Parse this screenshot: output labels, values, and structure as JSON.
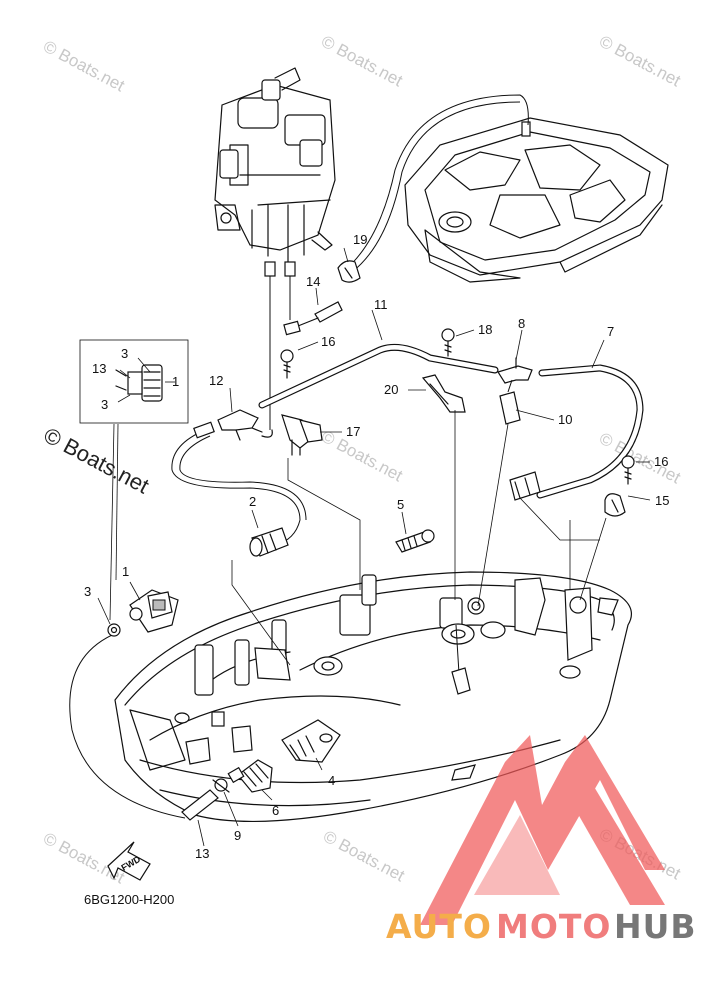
{
  "diagram": {
    "watermark_text": "© Boats.net",
    "diagram_code": "6BG1200-H200",
    "direction_label": "FWD",
    "callouts": [
      {
        "id": "c1",
        "label": "1"
      },
      {
        "id": "c2",
        "label": "2"
      },
      {
        "id": "c3",
        "label": "3"
      },
      {
        "id": "c4",
        "label": "4"
      },
      {
        "id": "c5",
        "label": "5"
      },
      {
        "id": "c6",
        "label": "6"
      },
      {
        "id": "c7",
        "label": "7"
      },
      {
        "id": "c8",
        "label": "8"
      },
      {
        "id": "c9",
        "label": "9"
      },
      {
        "id": "c10",
        "label": "10"
      },
      {
        "id": "c11",
        "label": "11"
      },
      {
        "id": "c12",
        "label": "12"
      },
      {
        "id": "c13",
        "label": "13"
      },
      {
        "id": "c14",
        "label": "14"
      },
      {
        "id": "c15",
        "label": "15"
      },
      {
        "id": "c16a",
        "label": "16"
      },
      {
        "id": "c16b",
        "label": "16"
      },
      {
        "id": "c17",
        "label": "17"
      },
      {
        "id": "c18",
        "label": "18"
      },
      {
        "id": "c19",
        "label": "19"
      },
      {
        "id": "c20",
        "label": "20"
      }
    ],
    "inset_callouts": [
      {
        "id": "i13",
        "label": "13"
      },
      {
        "id": "i3a",
        "label": "3"
      },
      {
        "id": "i1",
        "label": "1"
      },
      {
        "id": "i3b",
        "label": "3"
      }
    ]
  },
  "logo": {
    "part1": "AUTO",
    "part2": "MOTO",
    "part3": "HUB",
    "colors": {
      "auto": "#f4ad4a",
      "moto": "#f07d7d",
      "hub": "#777777",
      "triangle": "#f15a5a"
    }
  }
}
